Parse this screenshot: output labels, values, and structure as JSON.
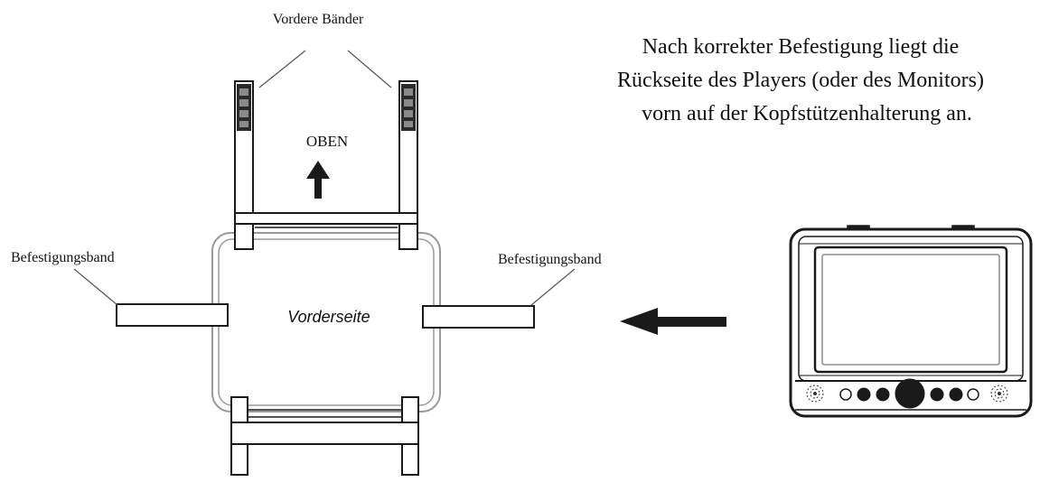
{
  "labels": {
    "front_straps": "Vordere Bänder",
    "up": "OBEN",
    "front_side": "Vorderseite",
    "strap_left": "Befestigungsband",
    "strap_right": "Befestigungsband"
  },
  "instruction": {
    "line1": "Nach korrekter Befestigung liegt die",
    "line2": "Rückseite des Players (oder des Monitors)",
    "line3": "vorn auf der Kopfstützenhalterung an."
  },
  "colors": {
    "line": "#1a1a1a",
    "frame": "#9a9a9a",
    "background": "#ffffff"
  }
}
